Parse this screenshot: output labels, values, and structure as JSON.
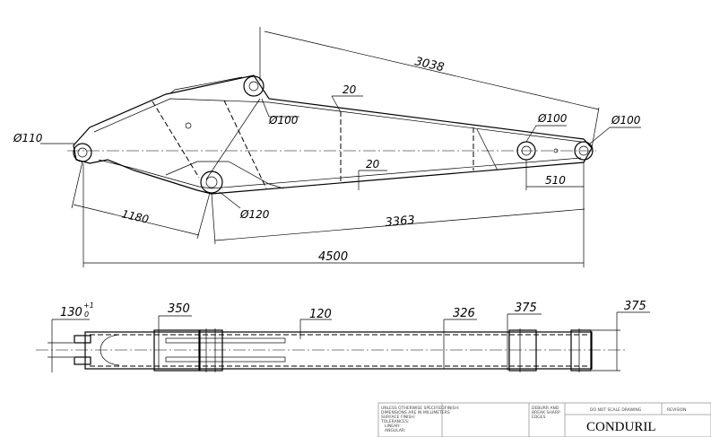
{
  "side_view": {
    "dims": {
      "d_left": "Ø110",
      "d_top": "Ø100",
      "d_right_inner": "Ø100",
      "d_right_end": "Ø100",
      "d_bottom": "Ø120",
      "len_3038": "3038",
      "t_top": "20",
      "t_bottom": "20",
      "len_510": "510",
      "len_1180": "1180",
      "len_3363": "3363",
      "len_4500": "4500"
    }
  },
  "top_view": {
    "dims": {
      "gap": "130",
      "gap_tol_upper": "+1",
      "gap_tol_lower": "0",
      "w_350": "350",
      "w_120": "120",
      "w_326": "326",
      "w_375a": "375",
      "w_375b": "375"
    }
  },
  "title_block": {
    "notes": [
      "UNLESS OTHERWISE SPECIFIED:",
      "DIMENSIONS ARE IN MILLIMETERS",
      "SURFACE FINISH:",
      "TOLERANCES:",
      "LINEAR:",
      "ANGULAR:"
    ],
    "finish_label": "FINISH:",
    "deburr": [
      "DEBURR AND",
      "BREAK SHARP",
      "EDGES"
    ],
    "do_not_scale": "DO NOT SCALE DRAWING",
    "revision_label": "REVISION",
    "company": "CONDURIL"
  }
}
